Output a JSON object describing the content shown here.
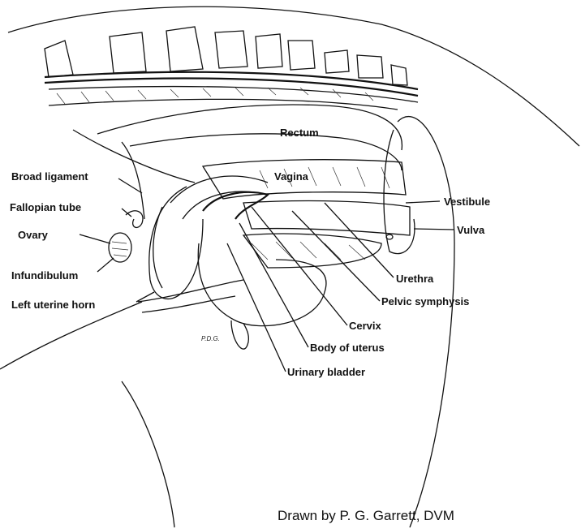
{
  "labels": {
    "rectum": "Rectum",
    "vagina": "Vagina",
    "broad_ligament": "Broad ligament",
    "fallopian_tube": "Fallopian tube",
    "ovary": "Ovary",
    "infundibulum": "Infundibulum",
    "left_uterine_horn": "Left uterine horn",
    "vestibule": "Vestibule",
    "vulva": "Vulva",
    "urethra": "Urethra",
    "pelvic_symphysis": "Pelvic symphysis",
    "cervix": "Cervix",
    "body_of_uterus": "Body of uterus",
    "urinary_bladder": "Urinary bladder"
  },
  "signature": "P.D.G.",
  "credit": "Drawn by P. G. Garrett, DVM"
}
